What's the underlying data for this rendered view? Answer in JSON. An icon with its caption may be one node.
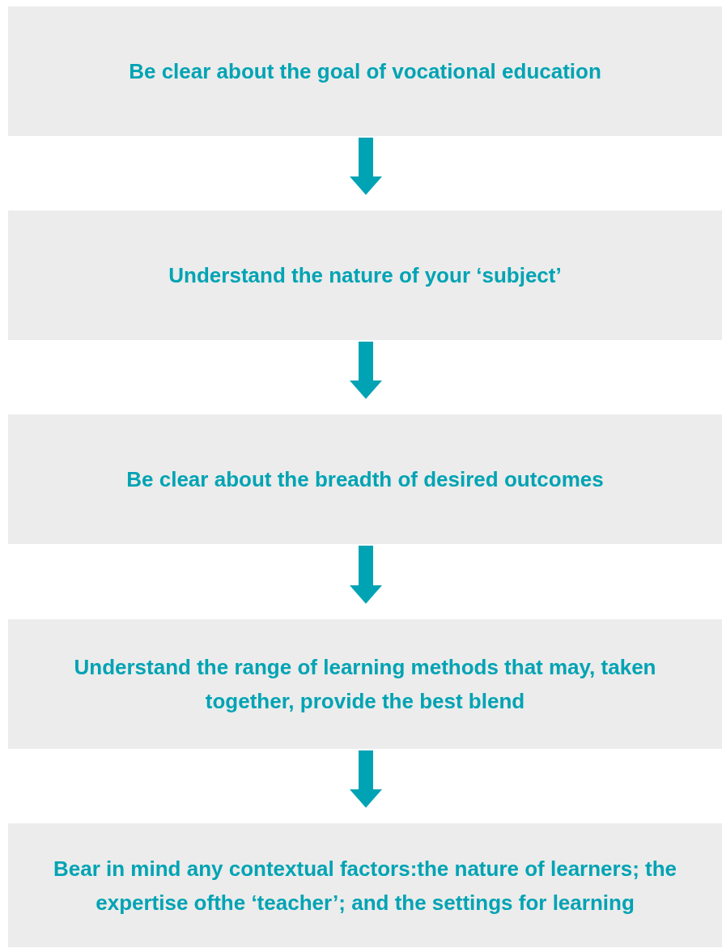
{
  "diagram": {
    "nodes": [
      {
        "text": [
          "Be clear about the goal of vocational education"
        ]
      },
      {
        "text": [
          "Understand the nature of your ‘subject’"
        ]
      },
      {
        "text": [
          "Be clear about the breadth of desired outcomes"
        ]
      },
      {
        "text": [
          "Understand the range of learning methods that may, taken together, provide the best blend"
        ]
      },
      {
        "text": [
          "Bear in mind any contextual factors:the nature of learners; the expertise ofthe ‘teacher’; and the settings for learning"
        ]
      }
    ],
    "edges": [
      {
        "from": 0,
        "to": 1,
        "arrow": "to"
      },
      {
        "from": 1,
        "to": 2,
        "arrow": "to"
      },
      {
        "from": 2,
        "to": 3,
        "arrow": "to"
      },
      {
        "from": 3,
        "to": 4,
        "arrow": "to"
      }
    ]
  }
}
